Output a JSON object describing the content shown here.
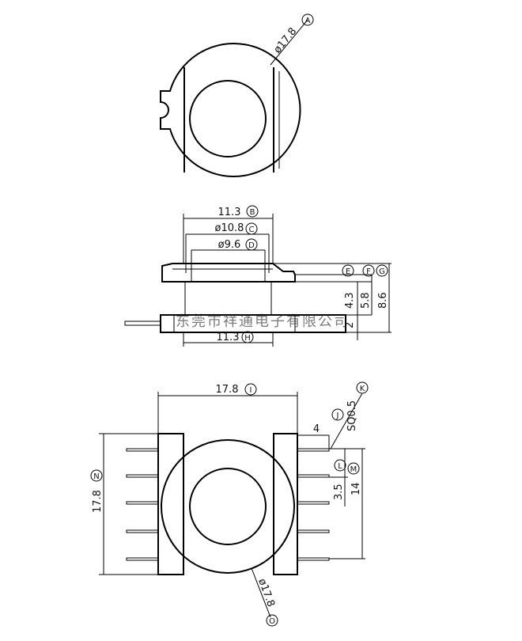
{
  "labels": {
    "A": {
      "value": "ø17.8",
      "ref": "A"
    },
    "B": {
      "value": "11.3",
      "ref": "B"
    },
    "C": {
      "value": "ø10.8",
      "ref": "C"
    },
    "D": {
      "value": "ø9.6",
      "ref": "D"
    },
    "E": {
      "ref": "E"
    },
    "F": {
      "ref": "F"
    },
    "G": {
      "ref": "G"
    },
    "dim_4_3": "4.3",
    "dim_5_8": "5.8",
    "dim_8_6": "8.6",
    "dim_2": "2",
    "H": {
      "value": "11.3",
      "ref": "H"
    },
    "I": {
      "value": "17.8",
      "ref": "I"
    },
    "J": {
      "value": "SQ0.5",
      "ref": "J"
    },
    "K": {
      "ref": "K"
    },
    "dim_4": "4",
    "L": {
      "ref": "L"
    },
    "M": {
      "ref": "M"
    },
    "dim_3_5": "3.5",
    "dim_14": "14",
    "N": {
      "value": "17.8",
      "ref": "N"
    },
    "O": {
      "value": "ø17.8",
      "ref": "O"
    }
  },
  "watermark": "东莞市祥通电子有限公司"
}
